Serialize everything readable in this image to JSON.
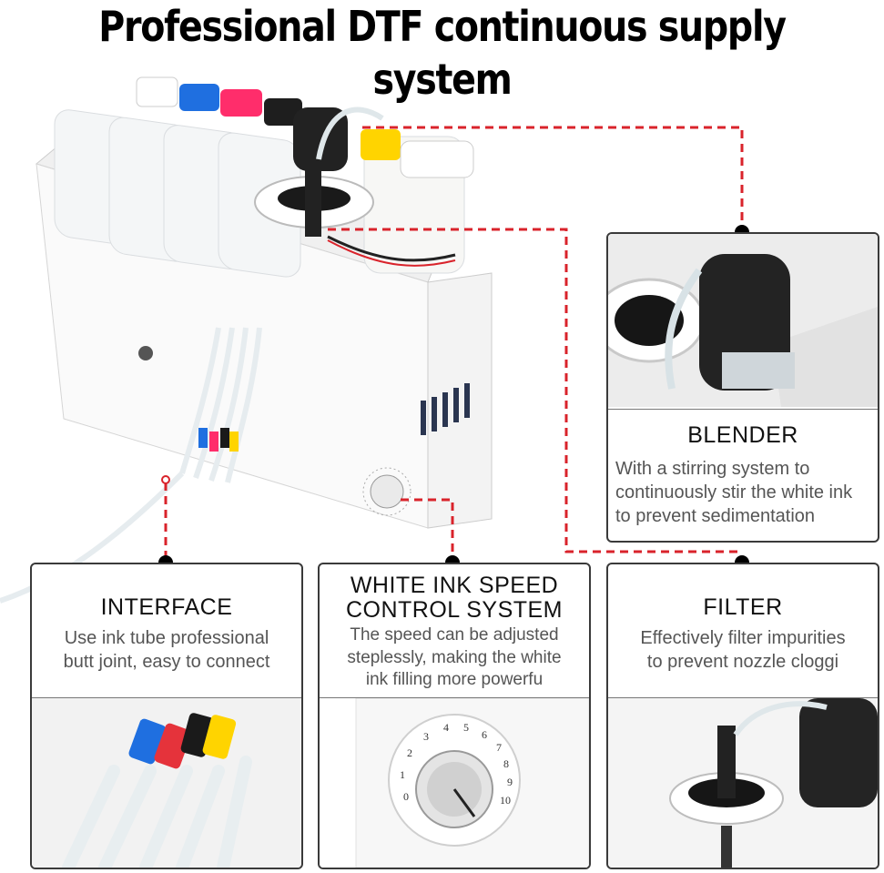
{
  "headline": "Professional DTF continuous supply system",
  "features": {
    "blender": {
      "title": "BLENDER",
      "desc_lines": [
        "With a stirring system to",
        "continuously stir the white ink",
        "to prevent sedimentation"
      ]
    },
    "interface": {
      "title": "INTERFACE",
      "desc_lines": [
        "Use ink tube professional",
        "butt joint, easy to connect"
      ]
    },
    "speed_control": {
      "title_lines": [
        "WHITE INK SPEED",
        "CONTROL SYSTEM"
      ],
      "desc_lines": [
        "The speed can be adjusted",
        "steplessly, making the white",
        "ink filling more powerfu"
      ]
    },
    "filter": {
      "title": "FILTER",
      "desc_lines": [
        "Effectively filter impurities",
        "to prevent nozzle cloggi"
      ]
    }
  },
  "dial_numbers": [
    "0",
    "1",
    "2",
    "3",
    "4",
    "5",
    "6",
    "7",
    "8",
    "9",
    "10"
  ],
  "colors": {
    "callout_line": "#d9232b",
    "ink_cyan": "#1f6fe0",
    "ink_magenta": "#ff2d6b",
    "ink_black": "#1a1a1a",
    "ink_yellow": "#ffd400"
  }
}
